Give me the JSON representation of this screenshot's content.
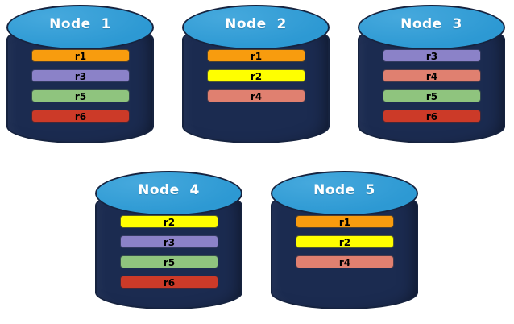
{
  "background_color": "#ffffff",
  "palette": {
    "cylinder_body": "#1b2b50",
    "cylinder_top": "#309ed8",
    "cylinder_outline": "#16233f",
    "title_color": "#ffffff",
    "bar_label_color": "#000000"
  },
  "replica_colors": {
    "r1": "#f89c0e",
    "r2": "#ffff00",
    "r3": "#8b82c8",
    "r4": "#e08070",
    "r5": "#8fc47e",
    "r6": "#cc3a28"
  },
  "rows": [
    {
      "name": "top-row",
      "nodes": [
        {
          "id": "node-1",
          "title": "Node  1",
          "replicas": [
            {
              "label": "r1",
              "color": "#f89c0e"
            },
            {
              "label": "r3",
              "color": "#8b82c8"
            },
            {
              "label": "r5",
              "color": "#8fc47e"
            },
            {
              "label": "r6",
              "color": "#cc3a28"
            }
          ]
        },
        {
          "id": "node-2",
          "title": "Node  2",
          "replicas": [
            {
              "label": "r1",
              "color": "#f89c0e"
            },
            {
              "label": "r2",
              "color": "#ffff00"
            },
            {
              "label": "r4",
              "color": "#e08070"
            }
          ]
        },
        {
          "id": "node-3",
          "title": "Node  3",
          "replicas": [
            {
              "label": "r3",
              "color": "#8b82c8"
            },
            {
              "label": "r4",
              "color": "#e08070"
            },
            {
              "label": "r5",
              "color": "#8fc47e"
            },
            {
              "label": "r6",
              "color": "#cc3a28"
            }
          ]
        }
      ]
    },
    {
      "name": "bottom-row",
      "nodes": [
        {
          "id": "node-4",
          "title": "Node  4",
          "replicas": [
            {
              "label": "r2",
              "color": "#ffff00"
            },
            {
              "label": "r3",
              "color": "#8b82c8"
            },
            {
              "label": "r5",
              "color": "#8fc47e"
            },
            {
              "label": "r6",
              "color": "#cc3a28"
            }
          ]
        },
        {
          "id": "node-5",
          "title": "Node  5",
          "replicas": [
            {
              "label": "r1",
              "color": "#f89c0e"
            },
            {
              "label": "r2",
              "color": "#ffff00"
            },
            {
              "label": "r4",
              "color": "#e08070"
            }
          ]
        }
      ]
    }
  ]
}
